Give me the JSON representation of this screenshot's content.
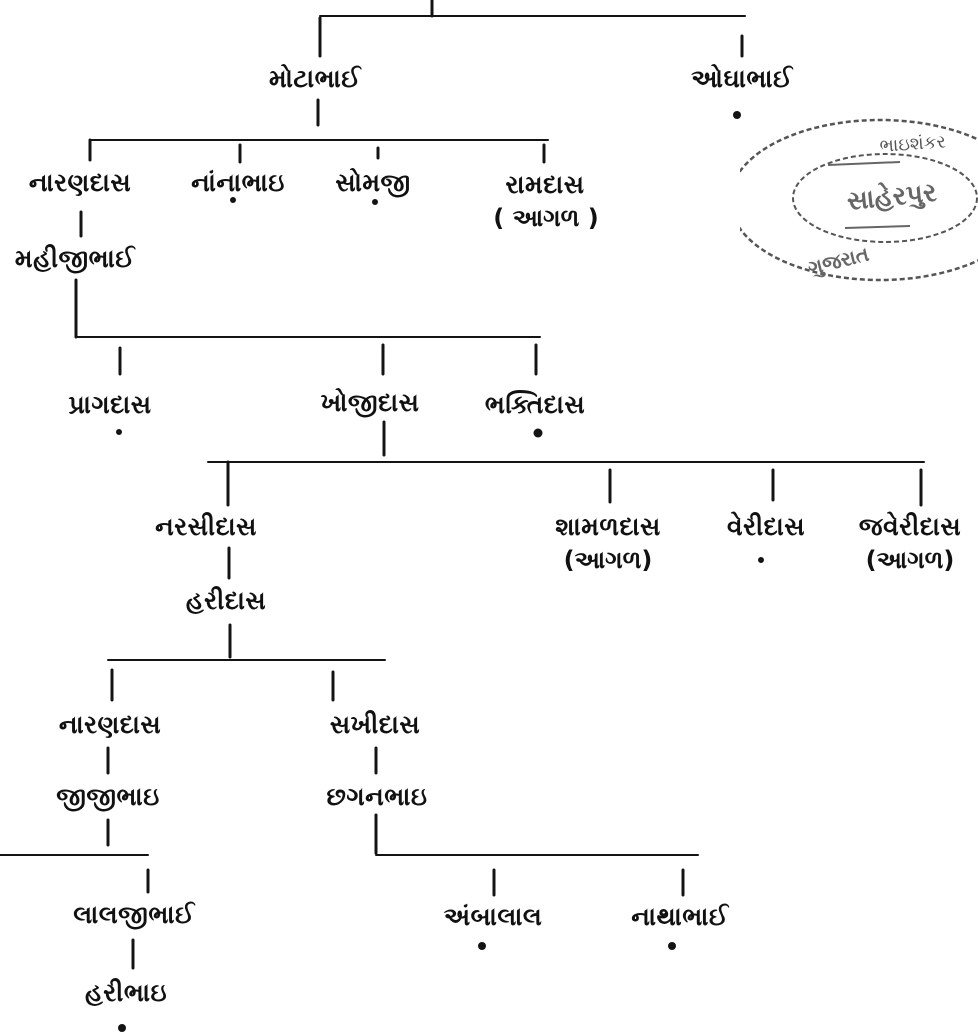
{
  "tree": {
    "gen1": {
      "motabhai": "મોટાભાઈ",
      "odhabhai": "ઓઘાભાઈ"
    },
    "gen2": {
      "narandas": "નારણદાસ",
      "nanabhai": "નાંનાભાઇ",
      "somji": "સોમજી",
      "ramdas": "રામદાસ",
      "ramdas_note": "( આગળ )"
    },
    "gen3": {
      "mahijibhai": "મહીજીભાઈ"
    },
    "gen4": {
      "pragdas": "પ્રાગદાસ",
      "khojidas": "ખોજીદાસ",
      "bhaktidas": "ભક્તિદાસ"
    },
    "gen5": {
      "narsidas": "નરસીદાસ",
      "shamaldas": "શામળદાસ",
      "shamaldas_note": "(આગળ)",
      "veridas": "વેરીદાસ",
      "javeridas": "જવેરીદાસ",
      "javeridas_note": "(આગળ)"
    },
    "gen6": {
      "haridas": "હરીદાસ"
    },
    "gen7": {
      "narandas2": "નારણદાસ",
      "sakhidas": "સખીદાસ"
    },
    "gen8": {
      "jijibhai": "જીજીભાઇ",
      "chhaganbhai": "છગનભાઇ"
    },
    "gen9": {
      "lalajibhai": "લાલજીભાઈ",
      "ambalal": "અંબાલાલ",
      "nathabhai": "નાથાભાઈ"
    },
    "gen10": {
      "haribhai": "હરીભાઇ"
    }
  },
  "seal": {
    "top_text": "ભાઇશંકર",
    "center_text": "સાહેરપુર",
    "bottom_text": "ગુજરાત"
  },
  "colors": {
    "ink": "#141414",
    "paper": "#ffffff",
    "seal_ink": "#555555"
  }
}
